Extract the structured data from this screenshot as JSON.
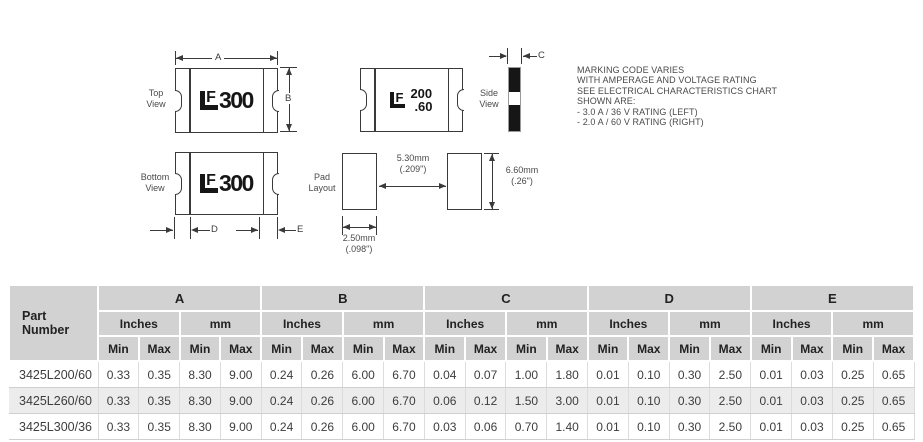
{
  "diagram": {
    "view_labels": {
      "top": [
        "Top",
        "View"
      ],
      "bottom": [
        "Bottom",
        "View"
      ],
      "side": [
        "Side",
        "View"
      ],
      "pad": [
        "Pad",
        "Layout"
      ]
    },
    "dim_labels": {
      "a": "A",
      "b": "B",
      "c": "C",
      "d": "D",
      "e": "E"
    },
    "chip_markings": {
      "logo_letter": "F",
      "value_300": "300",
      "alt_line1": "200",
      "alt_line2": ".60"
    },
    "pad_dims": {
      "gap_mm": "5.30mm",
      "gap_in": "(.209\")",
      "height_mm": "6.60mm",
      "height_in": "(.26\")",
      "width_mm": "2.50mm",
      "width_in": "(.098\")"
    },
    "note_lines": [
      "MARKING CODE VARIES",
      "WITH AMPERAGE AND VOLTAGE RATING",
      "SEE ELECTRICAL CHARACTERISTICS CHART",
      "SHOWN ARE:",
      "- 3.0 A / 36 V RATING (LEFT)",
      "- 2.0 A / 60 V RATING (RIGHT)"
    ]
  },
  "table": {
    "part_number_header": "Part Number",
    "group_headers": [
      "A",
      "B",
      "C",
      "D",
      "E"
    ],
    "unit_inches": "Inches",
    "unit_mm": "mm",
    "min_label": "Min",
    "max_label": "Max",
    "rows": [
      {
        "part": "3425L200/60",
        "values": [
          "0.33",
          "0.35",
          "8.30",
          "9.00",
          "0.24",
          "0.26",
          "6.00",
          "6.70",
          "0.04",
          "0.07",
          "1.00",
          "1.80",
          "0.01",
          "0.10",
          "0.30",
          "2.50",
          "0.01",
          "0.03",
          "0.25",
          "0.65"
        ]
      },
      {
        "part": "3425L260/60",
        "values": [
          "0.33",
          "0.35",
          "8.30",
          "9.00",
          "0.24",
          "0.26",
          "6.00",
          "6.70",
          "0.06",
          "0.12",
          "1.50",
          "3.00",
          "0.01",
          "0.10",
          "0.30",
          "2.50",
          "0.01",
          "0.03",
          "0.25",
          "0.65"
        ]
      },
      {
        "part": "3425L300/36",
        "values": [
          "0.33",
          "0.35",
          "8.30",
          "9.00",
          "0.24",
          "0.26",
          "6.00",
          "6.70",
          "0.03",
          "0.06",
          "0.70",
          "1.40",
          "0.01",
          "0.10",
          "0.30",
          "2.50",
          "0.01",
          "0.03",
          "0.25",
          "0.65"
        ]
      }
    ]
  },
  "colors": {
    "line": "#3a3a3a",
    "header_bg": "#d2d2d2",
    "alt_row_bg": "#ececec",
    "text": "#3d3d3d"
  }
}
